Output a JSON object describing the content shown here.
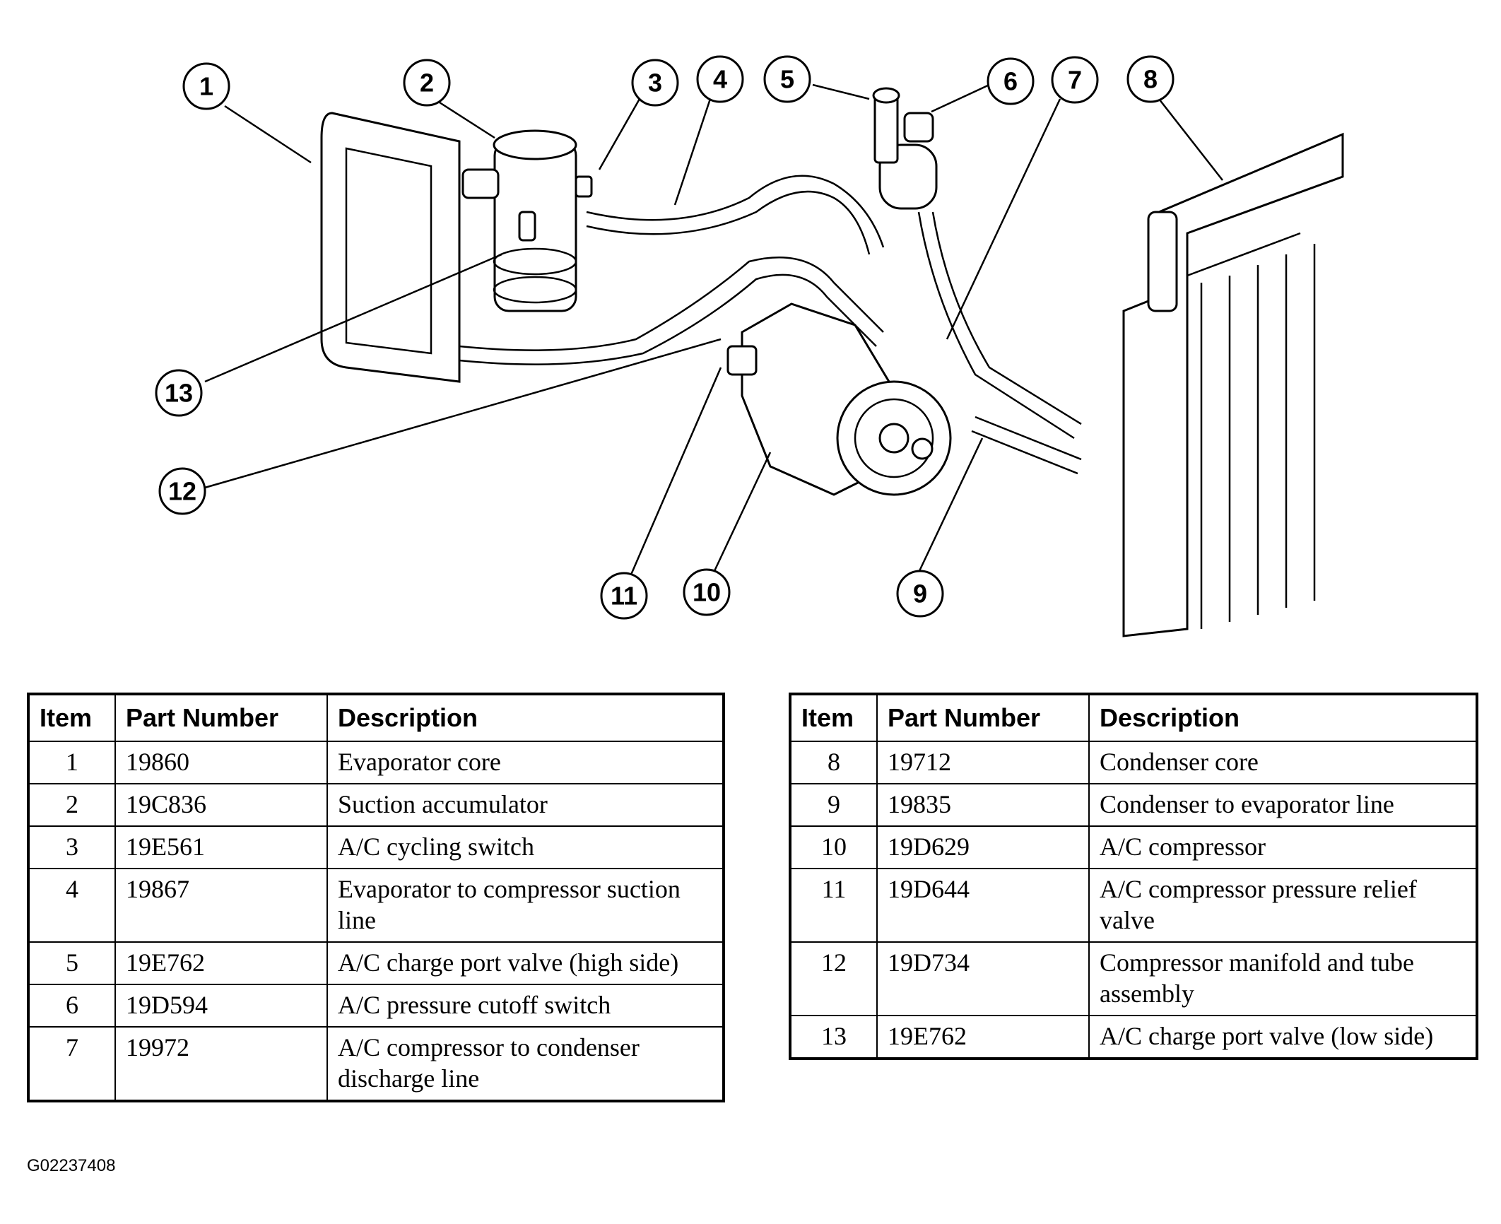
{
  "callouts": [
    "1",
    "2",
    "3",
    "4",
    "5",
    "6",
    "7",
    "8",
    "9",
    "10",
    "11",
    "12",
    "13"
  ],
  "table_headers": {
    "item": "Item",
    "part_number": "Part Number",
    "description": "Description"
  },
  "left_table": [
    {
      "item": "1",
      "part": "19860",
      "desc": "Evaporator core"
    },
    {
      "item": "2",
      "part": "19C836",
      "desc": "Suction accumulator"
    },
    {
      "item": "3",
      "part": "19E561",
      "desc": "A/C cycling switch"
    },
    {
      "item": "4",
      "part": "19867",
      "desc": "Evaporator to compressor suction line"
    },
    {
      "item": "5",
      "part": "19E762",
      "desc": "A/C charge port valve (high side)"
    },
    {
      "item": "6",
      "part": "19D594",
      "desc": "A/C pressure cutoff switch"
    },
    {
      "item": "7",
      "part": "19972",
      "desc": "A/C compressor to condenser discharge line"
    }
  ],
  "right_table": [
    {
      "item": "8",
      "part": "19712",
      "desc": "Condenser core"
    },
    {
      "item": "9",
      "part": "19835",
      "desc": "Condenser to evaporator line"
    },
    {
      "item": "10",
      "part": "19D629",
      "desc": "A/C compressor"
    },
    {
      "item": "11",
      "part": "19D644",
      "desc": "A/C compressor pressure relief valve"
    },
    {
      "item": "12",
      "part": "19D734",
      "desc": "Compressor manifold and tube assembly"
    },
    {
      "item": "13",
      "part": "19E762",
      "desc": "A/C charge port valve (low side)"
    }
  ],
  "figure_code": "G02237408"
}
